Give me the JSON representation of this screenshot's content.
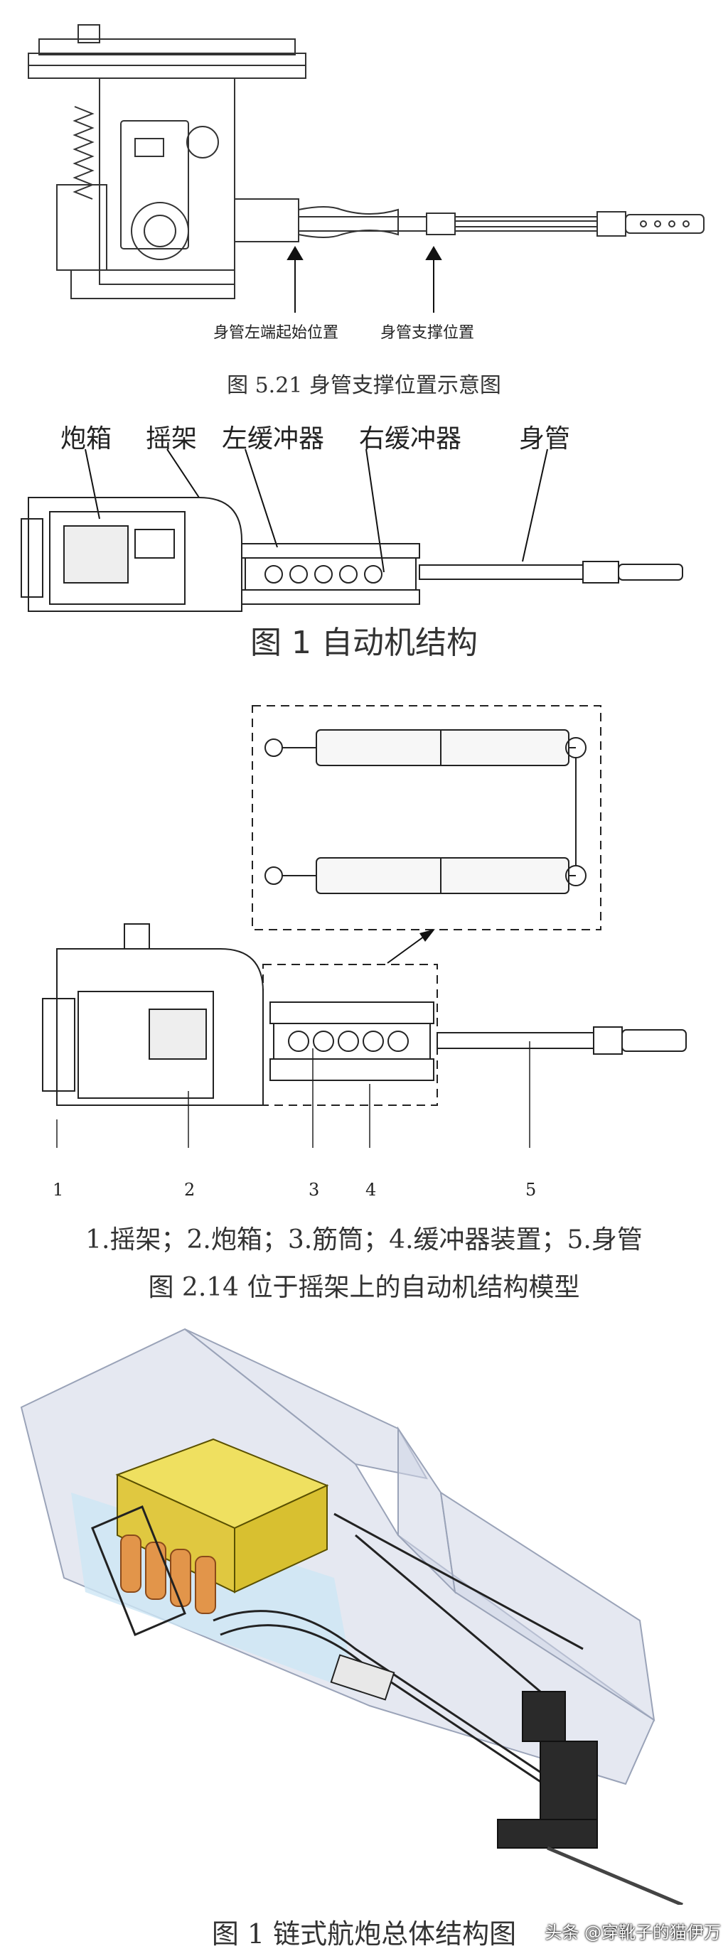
{
  "figure1": {
    "label_left": "身管左端起始位置",
    "label_right": "身管支撑位置",
    "caption": "图 5.21  身管支撑位置示意图"
  },
  "figure2": {
    "labels": [
      "炮箱",
      "摇架",
      "左缓冲器",
      "右缓冲器",
      "身管"
    ],
    "caption": "图 1    自动机结构"
  },
  "figure3": {
    "numbers": [
      "1",
      "2",
      "3",
      "4",
      "5"
    ],
    "legend": "1.摇架；2.炮箱；3.筋筒；4.缓冲器装置；5.身管",
    "caption": "图 2.14  位于摇架上的自动机结构模型"
  },
  "figure4": {
    "caption": "图 1    链式航炮总体结构图"
  },
  "watermark": "头条 @穿靴子的猫伊万"
}
